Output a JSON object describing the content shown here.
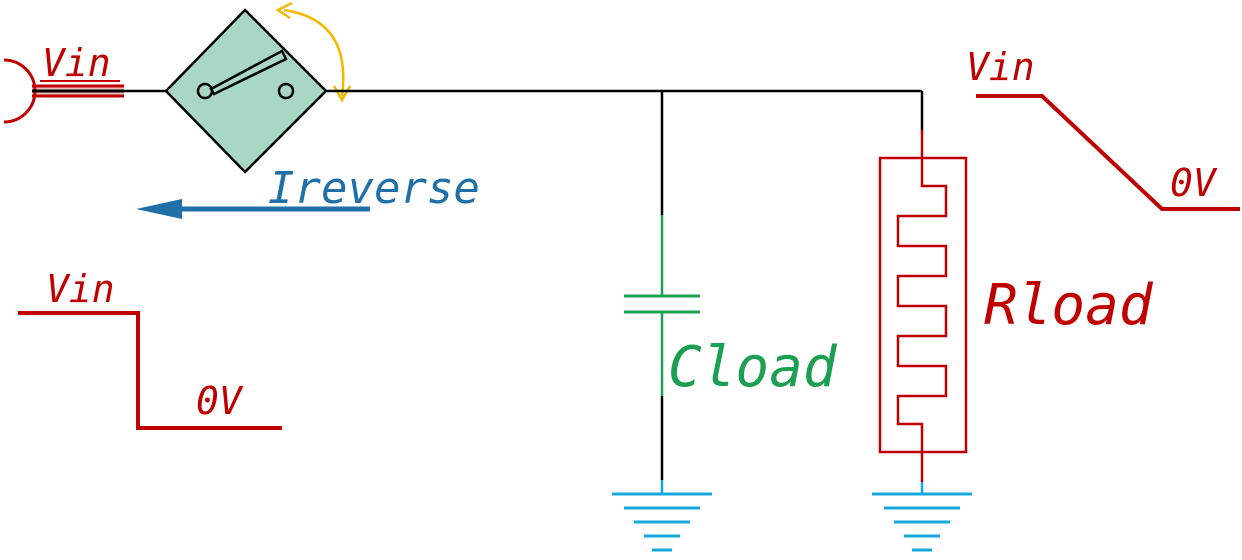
{
  "labels": {
    "vin_input": "Vin",
    "vin_left_wave": "Vin",
    "zero_left_wave": "0V",
    "vin_right_wave": "Vin",
    "zero_right_wave": "0V",
    "ireverse": "Ireverse",
    "cload": "Cload",
    "rload": "Rload"
  },
  "colors": {
    "wire": "#000000",
    "signal_red": "#c00000",
    "switch_fill": "#a8d8c4",
    "switch_arrow": "#f5b800",
    "current_arrow": "#1f6fa8",
    "capacitor": "#1aa050",
    "ground": "#18a8e0"
  },
  "icons": {
    "switch": "relay-switch-icon",
    "capacitor": "capacitor-icon",
    "resistor": "resistor-icon",
    "ground": "ground-icon"
  }
}
